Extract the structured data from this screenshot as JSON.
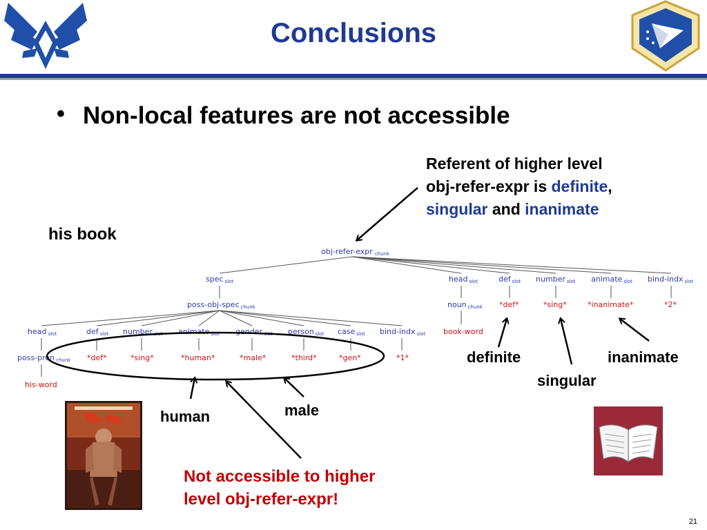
{
  "slide": {
    "title": "Conclusions",
    "bullet": "Non-local features are not accessible",
    "phrase": "his book",
    "callout_top": {
      "line1": "Referent of higher level",
      "line2_a": "obj-refer-expr is ",
      "line2_b": "definite",
      "line2_c": ",",
      "line3_a": "singular",
      "line3_b": " and ",
      "line3_c": "inanimate"
    },
    "callout_bottom": {
      "line1": "Not accessible to higher",
      "line2": "level obj-refer-expr!"
    },
    "labels": {
      "definite": "definite",
      "inanimate": "inanimate",
      "singular": "singular",
      "human": "human",
      "male": "male"
    },
    "page_number": "21"
  },
  "tree": {
    "root": {
      "label": "obj-refer-expr",
      "sub": "chunk"
    },
    "spec": {
      "label": "spec",
      "sub": "slot"
    },
    "poss_obj_spec": {
      "label": "poss-obj-spec",
      "sub": "chunk"
    },
    "right_slots": [
      {
        "label": "head",
        "sub": "slot"
      },
      {
        "label": "def",
        "sub": "slot"
      },
      {
        "label": "number",
        "sub": "slot"
      },
      {
        "label": "animate",
        "sub": "slot"
      },
      {
        "label": "bind-indx",
        "sub": "slot"
      }
    ],
    "right_values": [
      {
        "label": "noun",
        "sub": "chunk"
      },
      {
        "label": "*def*"
      },
      {
        "label": "*sing*"
      },
      {
        "label": "*inanimate*"
      },
      {
        "label": "*2*"
      }
    ],
    "book_word": "book-word",
    "left_slots": [
      {
        "label": "head",
        "sub": "slot"
      },
      {
        "label": "def",
        "sub": "slot"
      },
      {
        "label": "number",
        "sub": "slot"
      },
      {
        "label": "animate",
        "sub": "slot"
      },
      {
        "label": "gender",
        "sub": "slot"
      },
      {
        "label": "person",
        "sub": "slot"
      },
      {
        "label": "case",
        "sub": "slot"
      },
      {
        "label": "bind-indx",
        "sub": "slot"
      }
    ],
    "left_values": [
      {
        "label": "poss-pron",
        "sub": "chunk"
      },
      {
        "label": "*def*"
      },
      {
        "label": "*sing*"
      },
      {
        "label": "*human*"
      },
      {
        "label": "*male*"
      },
      {
        "label": "*third*"
      },
      {
        "label": "*gen*"
      },
      {
        "label": "*1*"
      }
    ],
    "his_word": "his-word"
  },
  "colors": {
    "title_blue": "#1f3a93",
    "node_blue": "#2c3ba8",
    "value_red": "#d01010",
    "emph_red": "#c00000"
  }
}
